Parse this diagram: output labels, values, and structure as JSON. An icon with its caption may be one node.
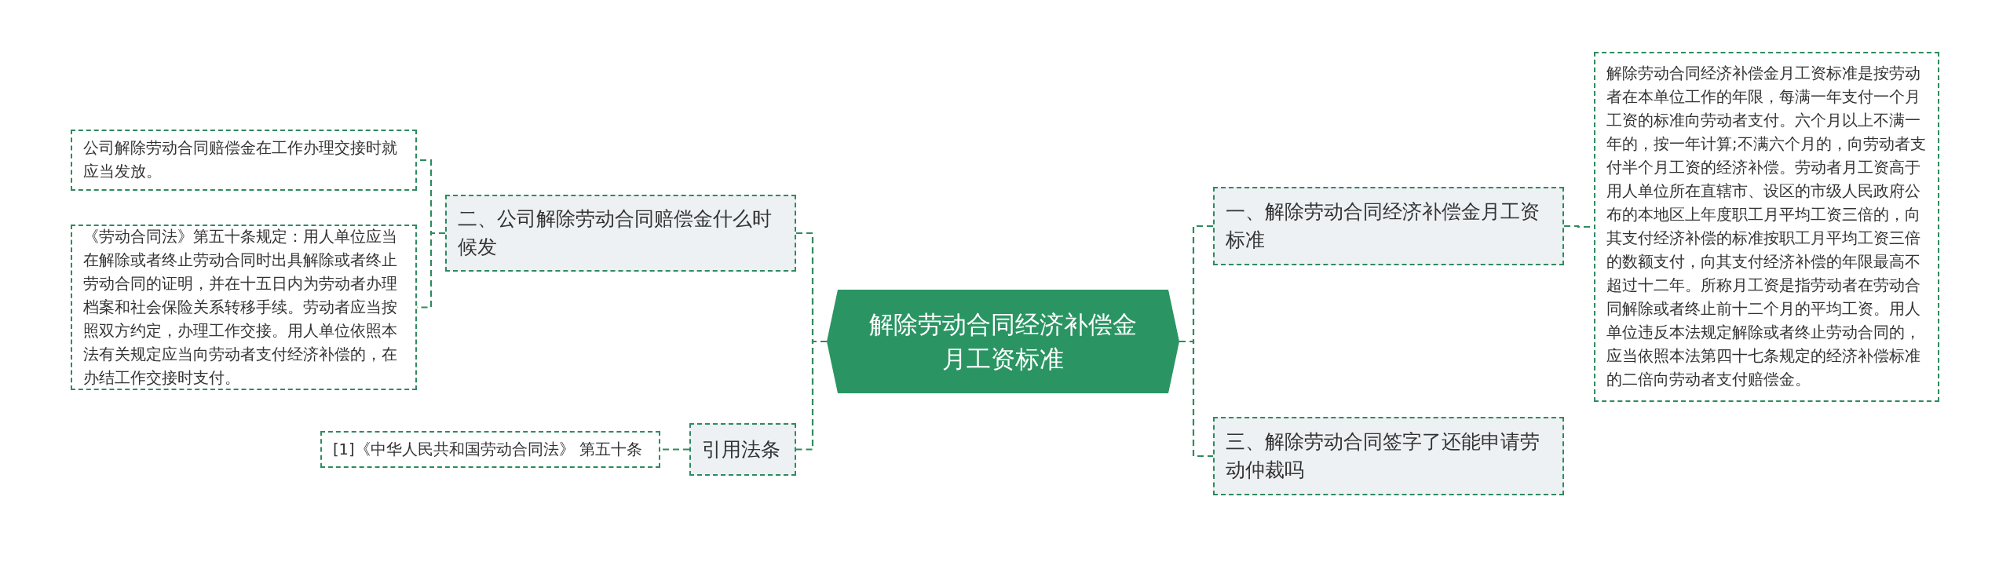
{
  "diagram": {
    "nodes": [
      {
        "text": [
          "解除劳动合同经济补偿金月工资标准"
        ]
      },
      {
        "text": [
          "二、公司解除劳动合同赔偿金什么时候发"
        ]
      },
      {
        "text": [
          "公司解除劳动合同赔偿金在工作办理交接时就应当发放。"
        ]
      },
      {
        "text": [
          "《劳动合同法》第五十条规定：用人单位应当在解除或者终止劳动合同时出具解除或者终止劳动合同的证明，并在十五日内为劳动者办理档案和社会保险关系转移手续。劳动者应当按照双方约定，办理工作交接。用人单位依照本法有关规定应当向劳动者支付经济补偿的，在办结工作交接时支付。"
        ]
      },
      {
        "text": [
          "引用法条"
        ]
      },
      {
        "text": [
          "[1]《中华人民共和国劳动合同法》 第五十条"
        ]
      },
      {
        "text": [
          "一、解除劳动合同经济补偿金月工资标准"
        ]
      },
      {
        "text": [
          "解除劳动合同经济补偿金月工资标准是按劳动者在本单位工作的年限，每满一年支付一个月工资的标准向劳动者支付。六个月以上不满一年的，按一年计算;不满六个月的，向劳动者支付半个月工资的经济补偿。劳动者月工资高于用人单位所在直辖市、设区的市级人民政府公布的本地区上年度职工月平均工资三倍的，向其支付经济补偿的标准按职工月平均工资三倍的数额支付，向其支付经济补偿的年限最高不超过十二年。所称月工资是指劳动者在劳动合同解除或者终止前十二个月的平均工资。用人单位违反本法规定解除或者终止劳动合同的，应当依照本法第四十七条规定的经济补偿标准的二倍向劳动者支付赔偿金。"
        ]
      },
      {
        "text": [
          "三、解除劳动合同签字了还能申请劳动仲裁吗"
        ]
      }
    ],
    "edges": [
      {
        "from": 0,
        "to": 1,
        "arrow": "none"
      },
      {
        "from": 1,
        "to": 2,
        "arrow": "none"
      },
      {
        "from": 1,
        "to": 3,
        "arrow": "none"
      },
      {
        "from": 0,
        "to": 4,
        "arrow": "none"
      },
      {
        "from": 4,
        "to": 5,
        "arrow": "none"
      },
      {
        "from": 0,
        "to": 6,
        "arrow": "none"
      },
      {
        "from": 6,
        "to": 7,
        "arrow": "none"
      },
      {
        "from": 0,
        "to": 8,
        "arrow": "none"
      }
    ]
  }
}
